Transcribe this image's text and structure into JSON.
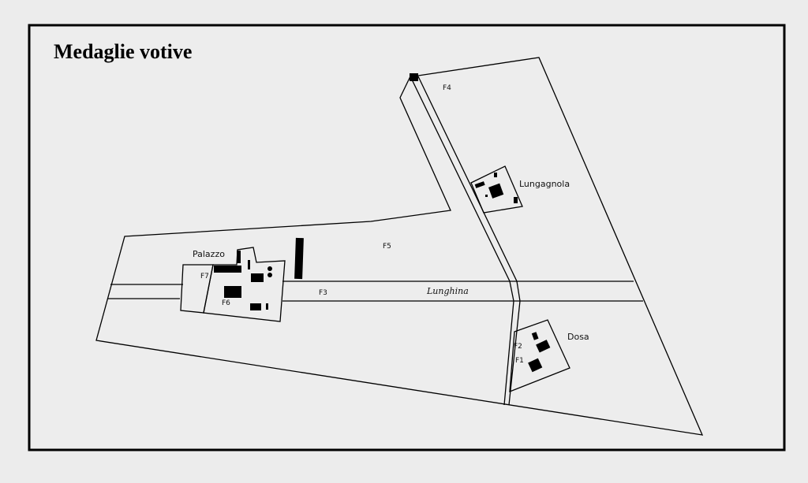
{
  "title": "Medaglie votive",
  "labels": {
    "palazzo": "Palazzo",
    "lungagnola": "Lungagnola",
    "dosa": "Dosa",
    "lunghina": "Lunghina",
    "f1": "F1",
    "f2": "F2",
    "f3": "F3",
    "f4": "F4",
    "f5": "F5",
    "f6": "F6",
    "f7": "F7"
  }
}
